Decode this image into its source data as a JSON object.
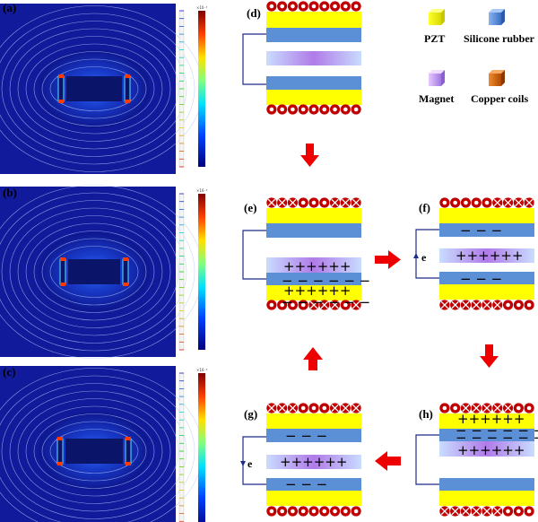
{
  "panels": {
    "a": "(a)",
    "b": "(b)",
    "c": "(c)",
    "d": "(d)",
    "e": "(e)",
    "f": "(f)",
    "g": "(g)",
    "h": "(h)"
  },
  "legend": {
    "pzt": "PZT",
    "rubber": "Silicone rubber",
    "magnet": "Magnet",
    "coils": "Copper coils"
  },
  "colors": {
    "pzt": "#ffff00",
    "rubber": "#5b8fd6",
    "coil": "#c00000",
    "arrow": "#ee0000",
    "field_bg": "#101a9a"
  },
  "current_label": "e",
  "charges": {
    "plus": "++++++",
    "minus": "− − − − − −",
    "short_minus": "− − −"
  },
  "colorbar_exponent": "×10⁻³"
}
